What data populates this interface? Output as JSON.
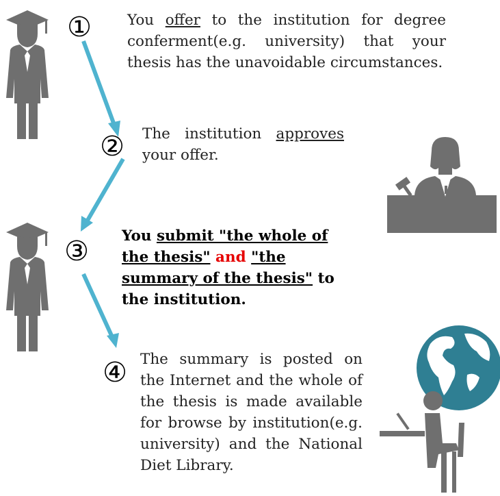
{
  "colors": {
    "arrow": "#4fb3cf",
    "figure": "#6f6f6f",
    "globe": "#2f7f93",
    "highlight": "#e60000"
  },
  "steps": [
    {
      "number": "①",
      "pre": "You ",
      "u": "offer",
      "post": " to the institution for degree conferment(e.g. university) that your thesis has the unavoidable circumstances."
    },
    {
      "number": "②",
      "pre": "The institution ",
      "u": "approves",
      "post": " your offer."
    },
    {
      "number": "③",
      "pre": "You ",
      "u1": "submit \"the whole of the thesis\"",
      "mid": " and ",
      "u2": "\"the summary of the thesis\"",
      "post": " to the institution."
    },
    {
      "number": "④",
      "text": "The summary is posted on the Internet and the whole of the thesis is made available for browse by institution(e.g. university) and the National Diet Library."
    }
  ],
  "icons": [
    "graduate-icon",
    "judge-icon",
    "graduate-icon",
    "globe-user-icon"
  ]
}
